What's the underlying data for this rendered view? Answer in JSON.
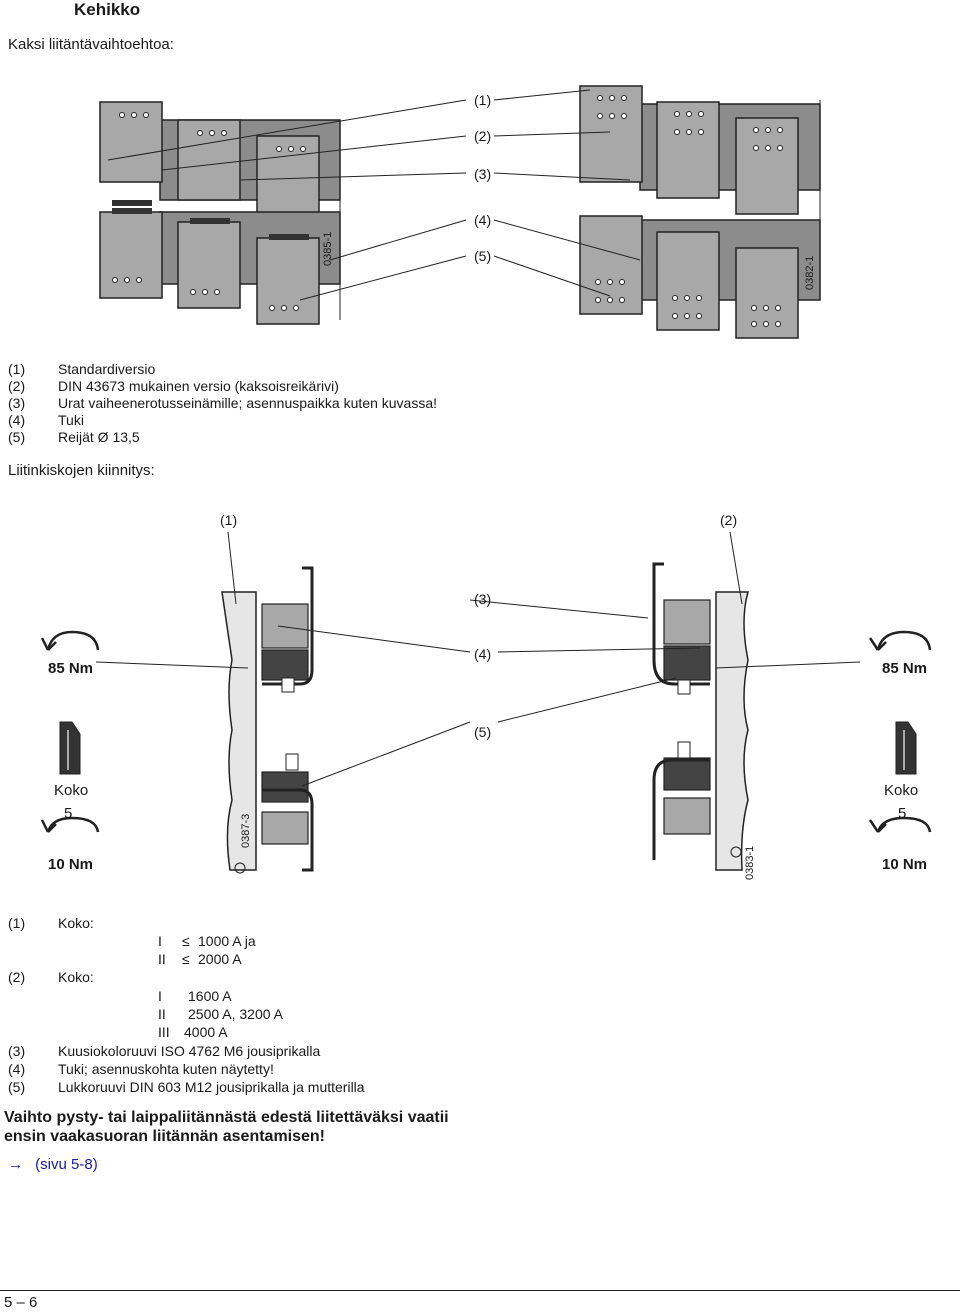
{
  "header": {
    "title": "Kehikko",
    "intro": "Kaksi liitäntävaihtoehtoa:"
  },
  "figure1": {
    "callouts": [
      "(1)",
      "(2)",
      "(3)",
      "(4)",
      "(5)"
    ],
    "codes": [
      "0385-1",
      "0382-1"
    ]
  },
  "legend1": [
    {
      "num": "(1)",
      "text": "Standardiversio"
    },
    {
      "num": "(2)",
      "text": "DIN 43673 mukainen versio (kaksoisreikärivi)"
    },
    {
      "num": "(3)",
      "text": "Urat vaiheenerotusseinämille; asennuspaikka kuten kuvassa!"
    },
    {
      "num": "(4)",
      "text": "Tuki"
    },
    {
      "num": "(5)",
      "text": "Reijät Ø 13,5"
    }
  ],
  "section2": {
    "title": "Liitinkiskojen kiinnitys:"
  },
  "figure2": {
    "callouts": [
      "(1)",
      "(2)",
      "(3)",
      "(4)",
      "(5)"
    ],
    "torque_left_top": "85 Nm",
    "torque_right_top": "85 Nm",
    "torque_left_bottom": "10 Nm",
    "torque_right_bottom": "10 Nm",
    "size_label_left": "Koko",
    "size_value_left": "5",
    "size_label_right": "Koko",
    "size_value_right": "5",
    "codes": [
      "0387-3",
      "0383-1"
    ]
  },
  "legend2": {
    "item1": {
      "num": "(1)",
      "text": "Koko:"
    },
    "item1_sizes": [
      {
        "size": "I",
        "sym": "≤",
        "value": "1000 A ja"
      },
      {
        "size": "II",
        "sym": "≤",
        "value": "2000 A"
      }
    ],
    "item2": {
      "num": "(2)",
      "text": "Koko:"
    },
    "item2_sizes": [
      {
        "size": "I",
        "value": "1600 A"
      },
      {
        "size": "II",
        "value": "2500 A, 3200 A"
      },
      {
        "size": "III",
        "value": "4000 A"
      }
    ],
    "rest": [
      {
        "num": "(3)",
        "text": "Kuusiokoloruuvi ISO 4762 M6 jousiprikalla"
      },
      {
        "num": "(4)",
        "text": "Tuki; asennuskohta kuten näytetty!"
      },
      {
        "num": "(5)",
        "text": "Lukkoruuvi DIN 603 M12 jousiprikalla ja mutterilla"
      }
    ]
  },
  "warning": {
    "line1": "Vaihto pysty- tai laippaliitännästä edestä liitettäväksi vaatii",
    "line2": "ensin vaakasuoran liitännän asentamisen!"
  },
  "link": {
    "arrow": "→",
    "text": "(sivu 5-8)"
  },
  "footer": {
    "page": "5 – 6"
  },
  "colors": {
    "link": "#1a1aa0",
    "plate": "#a8a8a8",
    "plate_dark": "#7a7a7a",
    "block": "#444444"
  }
}
